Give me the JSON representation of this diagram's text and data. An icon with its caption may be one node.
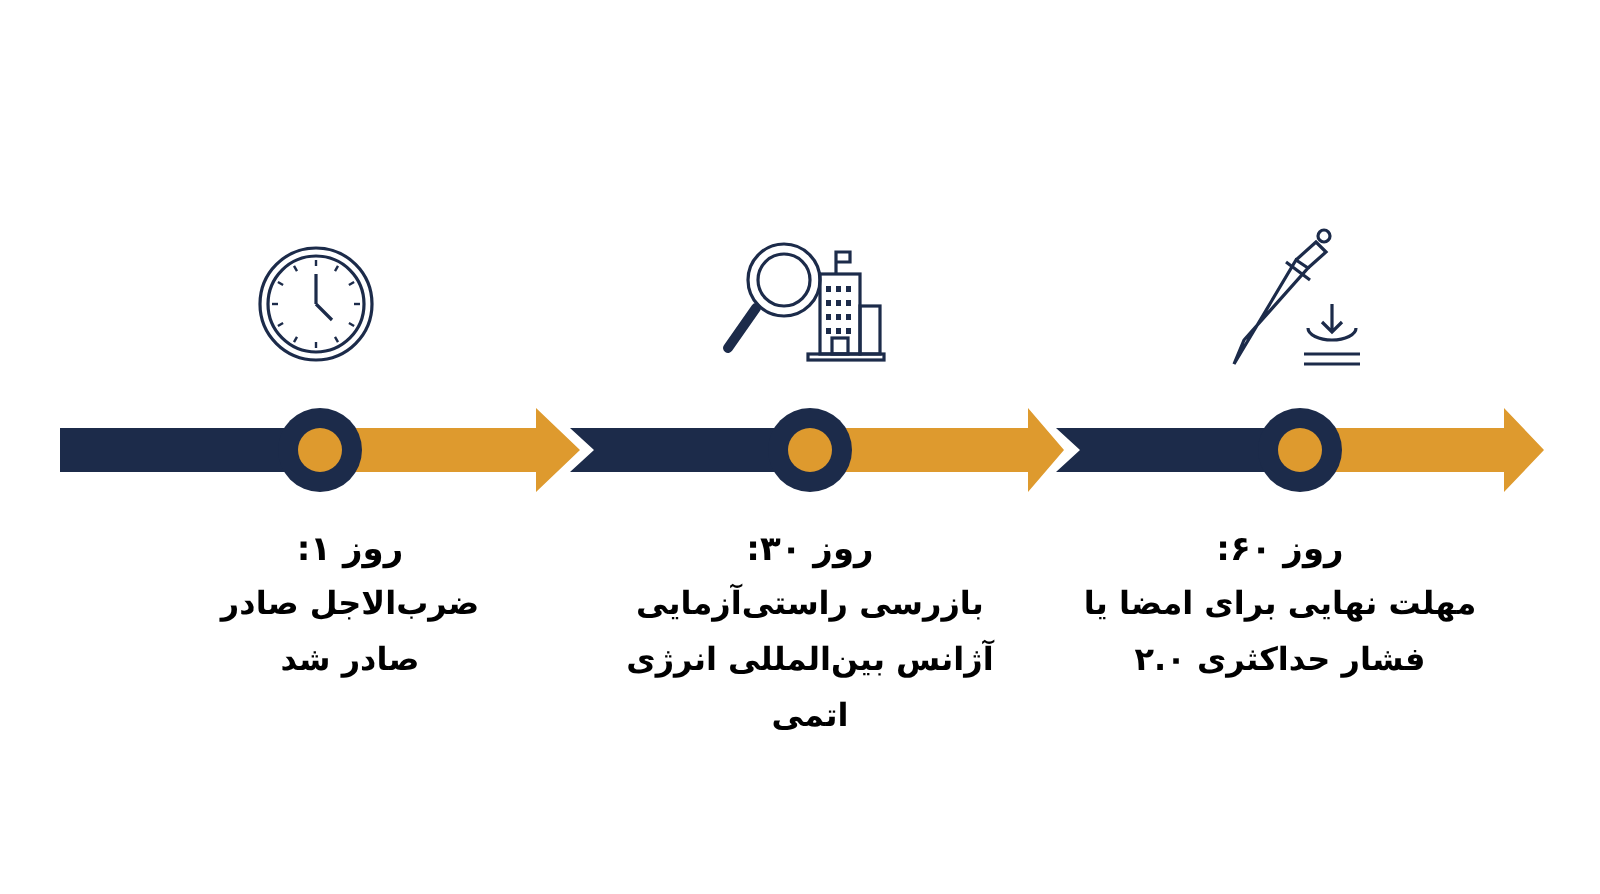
{
  "diagram": {
    "nodes": [
      {
        "text": [
          "روز ۱:",
          "ضرب‌الاجل صادر صادر شد"
        ]
      },
      {
        "text": [
          "روز ۳۰:",
          "بازرسی راستی‌آزمایی آژانس بین‌المللی انرژی اتمی"
        ]
      },
      {
        "text": [
          "روز ۶۰:",
          "مهلت نهایی برای امضا یا فشار حداکثری ۲.۰"
        ]
      }
    ]
  }
}
